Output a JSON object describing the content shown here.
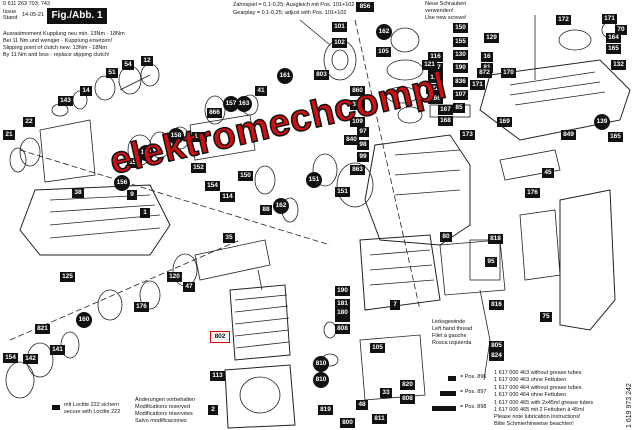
{
  "header": {
    "part_numbers": "0 611 263 703; 743",
    "issue_label": "Issue",
    "stand_label": "Stand",
    "issue_date": "14-05-21",
    "figure_tag": "Fig./Abb. 1"
  },
  "clutch_note": [
    "Ausrastmoment Kupplung neu min. 13Nm - 18Nm",
    "Bei 11 Nm und weniger - Kupplung ersetzen!",
    "Slipping point of clutch new: 13Nm - 18Nm",
    "By 11 Nm and less - replace slipping clutch!"
  ],
  "gear_note": [
    "Zahnspiel = 0,1-0,25; Ausgleich mit Pos. 101+102",
    "Gearplay = 0,1-0,25; adjust with Pos. 101+102"
  ],
  "screw_note": [
    "Neue Schrauben",
    "verwenden!",
    "Use new screws!"
  ],
  "watermark": "elektromechcompl",
  "thread_note": [
    "Linksgewinde",
    "Left hand thread",
    "Filet à gauche",
    "Rosca izquierda"
  ],
  "changes_note": [
    "Änderungen vorbehalten",
    "Modifications reserved",
    "Modifications réservées",
    "Salvo modificaciones"
  ],
  "loctite_note": [
    "mit Loctite 222 sichern",
    "secure with Loctite 222"
  ],
  "grease_table": [
    {
      "pos": "= Pos. 896",
      "text": "1 617 000 463 without grease tubes"
    },
    {
      "pos": "",
      "text": "1 617 000 463 ohne Fettuben"
    },
    {
      "pos": "= Pos. 897",
      "text": "1 617 000 464 without grease tubes"
    },
    {
      "pos": "",
      "text": "1 617 000 464 ohne Fettuben"
    },
    {
      "pos": "= Pos. 898",
      "text": "1 617 000 465 with 2x45ml grease tubes"
    },
    {
      "pos": "",
      "text": "1 617 000 465 mit 2 Fettuben à 45ml"
    },
    {
      "pos": "",
      "text": "Please note lubrication instructions!"
    },
    {
      "pos": "",
      "text": "Bitte Schmierhinweise beachten!"
    }
  ],
  "doc_code": "1 619 973 242",
  "labels": {
    "p856": "856",
    "p162a": "162",
    "p101": "101",
    "p102": "102",
    "p105": "105",
    "p803": "803",
    "p860": "860",
    "p880": "880",
    "p150": "150",
    "p155": "155",
    "p130": "130",
    "p190": "190",
    "p836": "836",
    "p107": "107",
    "p85": "85",
    "p171": "171",
    "p129": "129",
    "p172": "172",
    "p171b": "171",
    "p16": "16",
    "p81": "81",
    "p116": "116",
    "p117": "117",
    "p118": "118",
    "p872": "872",
    "p170": "170",
    "p122": "122",
    "p70": "70",
    "p132": "132",
    "p164": "164",
    "p165": "165",
    "p166": "166",
    "p167": "167",
    "p168": "168",
    "p121": "121",
    "p169": "169",
    "p109": "109",
    "p840": "840",
    "p97": "97",
    "p98": "98",
    "p99": "99",
    "p863": "863",
    "p151": "151",
    "p849": "849",
    "p139": "139",
    "p165b": "165",
    "p161": "161",
    "p157": "157",
    "p866": "866",
    "p158": "158",
    "p163": "163",
    "p41": "41",
    "p22": "22",
    "p143": "143",
    "p14": "14",
    "p51": "51",
    "p54": "54",
    "p12": "12",
    "p21": "21",
    "p153": "153",
    "p166b": "166",
    "p156": "156",
    "p9": "9",
    "p38": "38",
    "p1": "1",
    "p155b": "155",
    "p152": "152",
    "p154": "154",
    "p150b": "150",
    "p114": "114",
    "p88": "88",
    "p35": "35",
    "p162b": "162",
    "p151b": "151",
    "p80": "80",
    "p818": "818",
    "p45": "45",
    "p176": "176",
    "p173": "173",
    "p75": "75",
    "p95": "95",
    "p125": "125",
    "p120": "120",
    "p47": "47",
    "p176b": "176",
    "p821": "821",
    "p160": "160",
    "p142": "142",
    "p141": "141",
    "p802": "802",
    "p113": "113",
    "p2": "2",
    "p810": "810",
    "p806": "806",
    "p808": "808",
    "p181": "181",
    "p180": "180",
    "p190b": "190",
    "p7": "7",
    "p816": "816",
    "p805": "805",
    "p824": "824",
    "p33": "33",
    "p48": "48",
    "p811": "811",
    "p800": "800",
    "p810b": "810",
    "p819": "819",
    "p820": "820",
    "p808b": "808",
    "p105b": "105"
  }
}
